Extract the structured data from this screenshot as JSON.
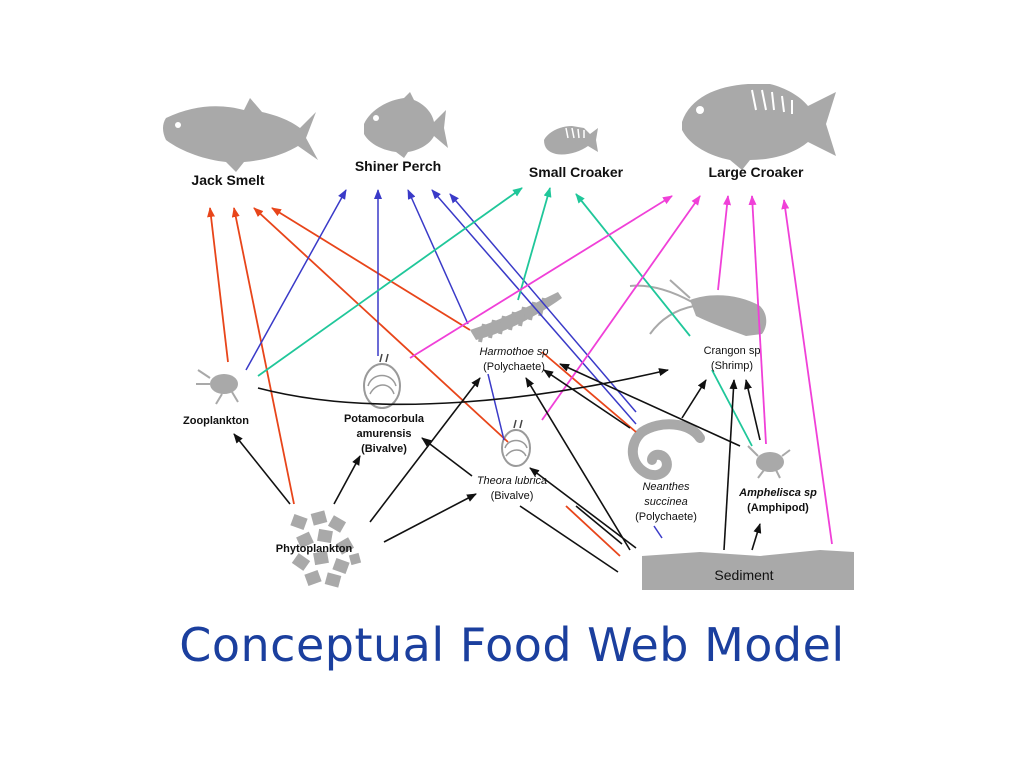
{
  "title": "Conceptual Food Web Model",
  "colors": {
    "jack_smelt_links": "#e8451a",
    "shiner_perch_links": "#3a3ac8",
    "small_croaker_links": "#20c79a",
    "large_croaker_links": "#f040d8",
    "other_links": "#111111",
    "organism_fill": "#a9a9a9",
    "title": "#1b3f9e"
  },
  "nodes": {
    "jack_smelt": {
      "label": "Jack Smelt",
      "icon": "fish-icon"
    },
    "shiner_perch": {
      "label": "Shiner Perch",
      "icon": "fish-icon"
    },
    "small_croaker": {
      "label": "Small Croaker",
      "icon": "fish-icon"
    },
    "large_croaker": {
      "label": "Large Croaker",
      "icon": "fish-icon"
    },
    "harmothoe": {
      "name": "Harmothoe sp",
      "group": "(Polychaete)",
      "icon": "worm-icon"
    },
    "crangon": {
      "name": "Crangon sp",
      "group": "(Shrimp)",
      "icon": "shrimp-icon"
    },
    "zooplankton": {
      "label": "Zooplankton",
      "icon": "copepod-icon"
    },
    "potamocorbula": {
      "line1": "Potamocorbula",
      "line2": "amurensis",
      "line3": "(Bivalve)",
      "icon": "clam-icon"
    },
    "theora": {
      "name": "Theora lubrica",
      "group": "(Bivalve)",
      "icon": "clam-icon"
    },
    "neanthes": {
      "line1": "Neanthes",
      "line2": "succinea",
      "group": "(Polychaete)",
      "icon": "worm-icon"
    },
    "amphelisca": {
      "name": "Amphelisca sp",
      "group": "(Amphipod)",
      "icon": "amphipod-icon"
    },
    "phytoplankton": {
      "label": "Phytoplankton",
      "icon": "plankton-icon"
    },
    "sediment": {
      "label": "Sediment"
    }
  }
}
